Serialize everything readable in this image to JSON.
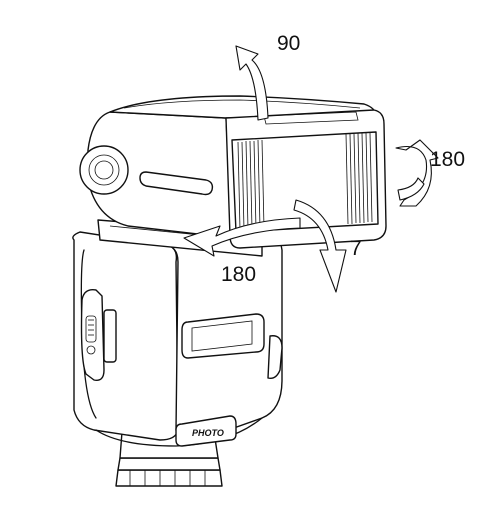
{
  "labels": {
    "tilt_up": "90",
    "swivel_right": "180",
    "tilt_down": "7",
    "swivel_left": "180"
  },
  "body_text": {
    "photo_button": "PHOTO"
  }
}
